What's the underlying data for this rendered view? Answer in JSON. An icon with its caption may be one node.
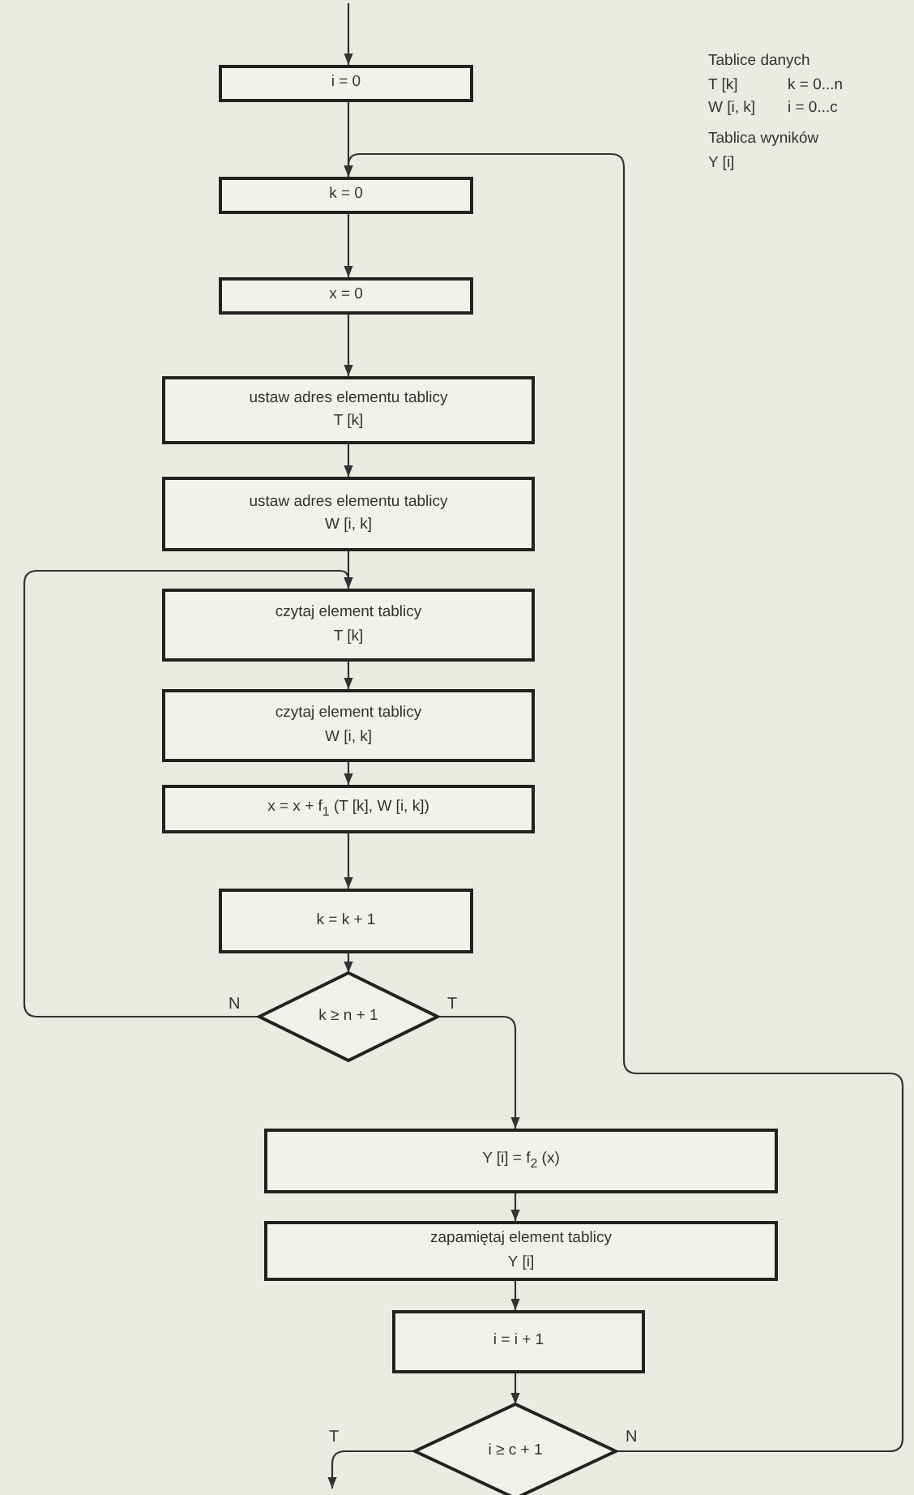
{
  "diagram": {
    "nodes": [
      {
        "text": [
          "i = 0"
        ]
      },
      {
        "text": [
          "k = 0"
        ]
      },
      {
        "text": [
          "x = 0"
        ]
      },
      {
        "text": [
          "ustaw adres elementu tablicy",
          "T [k]"
        ]
      },
      {
        "text": [
          "ustaw adres elementu tablicy",
          "W [i, k]"
        ]
      },
      {
        "text": [
          "czytaj element tablicy",
          "T [k]"
        ]
      },
      {
        "text": [
          "czytaj element tablicy",
          "W [i, k]"
        ]
      },
      {
        "text": [
          "x = x + f$_{1}$ (T [k], W [i, k])"
        ]
      },
      {
        "text": [
          "k = k + 1"
        ]
      },
      {
        "text": [
          "k ≥ n + 1"
        ]
      },
      {
        "text": [
          "Y [i] = f$_{2}$  (x)"
        ]
      },
      {
        "text": [
          "zapamiętaj element tablicy",
          "Y [i]"
        ]
      },
      {
        "text": [
          "i = i + 1"
        ]
      },
      {
        "text": [
          "i ≥ c + 1"
        ]
      }
    ],
    "edges": [
      {
        "from": null,
        "to": 0,
        "arrow": "to"
      },
      {
        "from": 0,
        "to": 1,
        "arrow": "to"
      },
      {
        "from": 1,
        "to": 2,
        "arrow": "to"
      },
      {
        "from": 2,
        "to": 3,
        "arrow": "to"
      },
      {
        "from": 3,
        "to": 4,
        "arrow": "to"
      },
      {
        "from": 4,
        "to": 5,
        "arrow": "to"
      },
      {
        "from": 5,
        "to": 6,
        "arrow": "to"
      },
      {
        "from": 6,
        "to": 7,
        "arrow": "to"
      },
      {
        "from": 7,
        "to": 8,
        "arrow": "to"
      },
      {
        "from": 8,
        "to": 9,
        "arrow": "to"
      },
      {
        "from": 9,
        "to": 5,
        "arrow": "to",
        "label": "N"
      },
      {
        "from": 9,
        "to": 10,
        "arrow": "to",
        "label": "T"
      },
      {
        "from": 10,
        "to": 11,
        "arrow": "to"
      },
      {
        "from": 11,
        "to": 12,
        "arrow": "to"
      },
      {
        "from": 12,
        "to": 13,
        "arrow": "to"
      },
      {
        "from": 13,
        "to": null,
        "arrow": "to",
        "label": "T"
      },
      {
        "from": 13,
        "to": 1,
        "arrow": "to",
        "label": "N"
      }
    ],
    "labels": [
      "Tablice danych",
      "T [k]",
      "k = 0...n",
      "W [i, k]",
      "i = 0...c",
      "Tablica wyników",
      "Y [i]"
    ]
  }
}
